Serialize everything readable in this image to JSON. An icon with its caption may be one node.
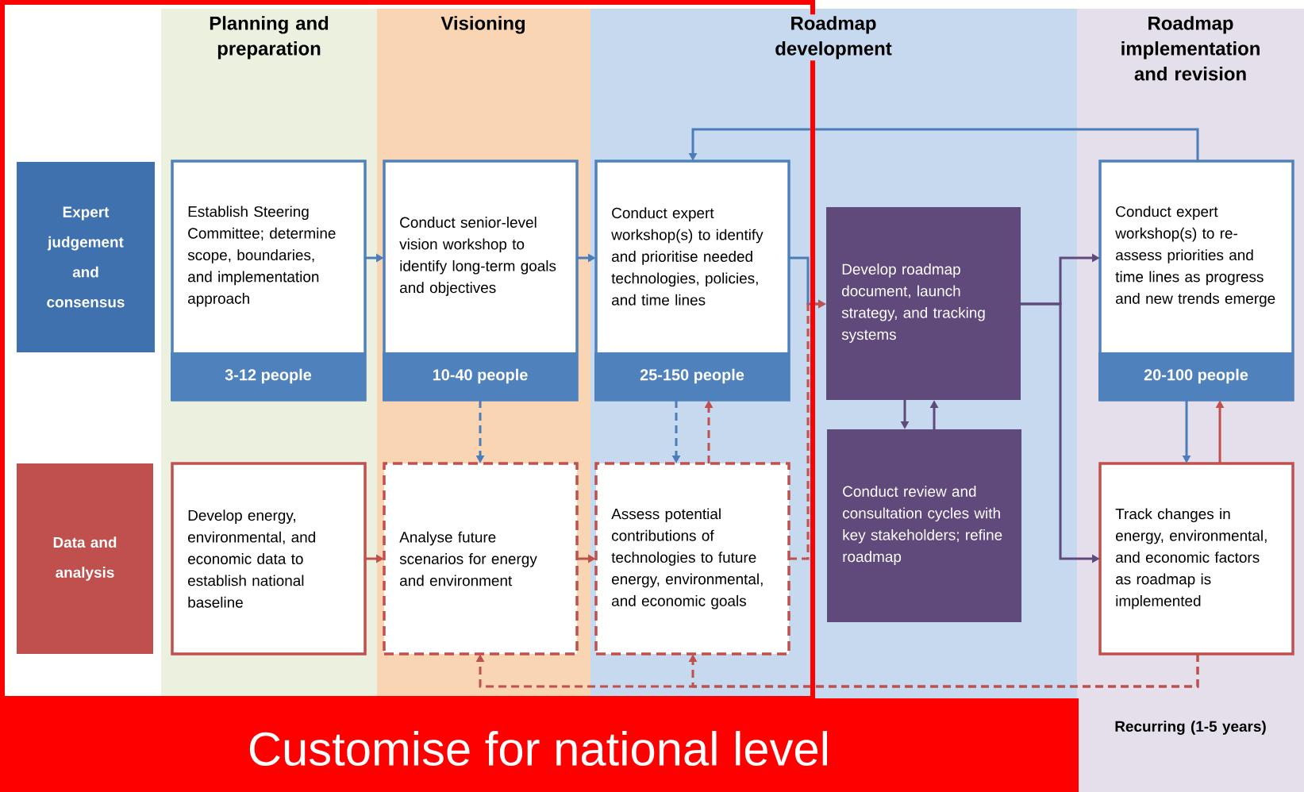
{
  "diagram": {
    "nodes": [
      {
        "text": [
          "Planning and preparation"
        ]
      },
      {
        "text": [
          "Visioning"
        ]
      },
      {
        "text": [
          "Roadmap development"
        ]
      },
      {
        "text": [
          "Roadmap implementation and revision"
        ]
      },
      {
        "text": [
          "Expert judgement and consensus"
        ]
      },
      {
        "text": [
          "Establish Steering Committee; determine scope, boundaries, and implementation approach",
          "3-12 people"
        ],
        "in": 0
      },
      {
        "text": [
          "Conduct senior-level vision workshop to identify long-term goals and objectives",
          "10-40 people"
        ],
        "in": 1
      },
      {
        "text": [
          "Conduct expert workshop(s) to identify and prioritise needed technologies, policies, and time lines",
          "25-150 people"
        ],
        "in": 2
      },
      {
        "text": [
          "Develop roadmap document, launch strategy, and tracking systems"
        ],
        "in": 2
      },
      {
        "text": [
          "Conduct expert workshop(s) to re-assess priorities and time lines as progress and new trends emerge",
          "20-100 people"
        ],
        "in": 3
      },
      {
        "text": [
          "Data and analysis"
        ]
      },
      {
        "text": [
          "Develop energy, environmental, and economic data to establish national baseline"
        ],
        "in": 0
      },
      {
        "text": [
          "Analyse future scenarios for energy and environment"
        ],
        "in": 1
      },
      {
        "text": [
          "Assess potential contributions of technologies to future energy, environmental, and economic goals"
        ],
        "in": 2
      },
      {
        "text": [
          "Conduct review and consultation cycles with key stakeholders; refine roadmap"
        ],
        "in": 2
      },
      {
        "text": [
          "Track changes in energy, environmental, and economic factors as roadmap is implemented"
        ],
        "in": 3
      },
      {
        "text": [
          "Customise for national level"
        ]
      }
    ],
    "edges": [
      {
        "from": 5,
        "to": 6,
        "arrow": "to",
        "color": "#4a7ebb"
      },
      {
        "from": 6,
        "to": 7,
        "arrow": "to",
        "color": "#4a7ebb"
      },
      {
        "from": 7,
        "to": 8,
        "arrow": "to",
        "color": "#4a7ebb"
      },
      {
        "from": 9,
        "to": 7,
        "arrow": "to",
        "color": "#4a7ebb"
      },
      {
        "from": 8,
        "to": 9,
        "arrow": "to",
        "color": "#604a7b"
      },
      {
        "from": 8,
        "to": 15,
        "arrow": "to",
        "color": "#604a7b"
      },
      {
        "from": 8,
        "to": 14,
        "arrow": "to",
        "color": "#604a7b"
      },
      {
        "from": 14,
        "to": 8,
        "arrow": "to",
        "color": "#604a7b"
      },
      {
        "from": 6,
        "to": 12,
        "arrow": "to",
        "style": "dashed",
        "color": "#4a7ebb"
      },
      {
        "from": 7,
        "to": 13,
        "arrow": "to",
        "style": "dashed",
        "color": "#4a7ebb"
      },
      {
        "from": 13,
        "to": 7,
        "arrow": "to",
        "style": "dashed",
        "color": "#c0504d"
      },
      {
        "from": 11,
        "to": 12,
        "arrow": "to",
        "color": "#c0504d"
      },
      {
        "from": 12,
        "to": 13,
        "arrow": "to",
        "color": "#c0504d"
      },
      {
        "from": 13,
        "to": 8,
        "arrow": "to",
        "style": "dashed",
        "color": "#c0504d"
      },
      {
        "from": 15,
        "to": 12,
        "arrow": "to",
        "style": "dashed",
        "color": "#c0504d"
      },
      {
        "from": 15,
        "to": 13,
        "arrow": "to",
        "style": "dashed",
        "color": "#c0504d"
      },
      {
        "from": 9,
        "to": 15,
        "arrow": "to",
        "color": "#4a7ebb"
      },
      {
        "from": 15,
        "to": 9,
        "arrow": "to",
        "color": "#c0504d"
      }
    ],
    "labels": [
      "Recurring (1-5 years)"
    ]
  }
}
